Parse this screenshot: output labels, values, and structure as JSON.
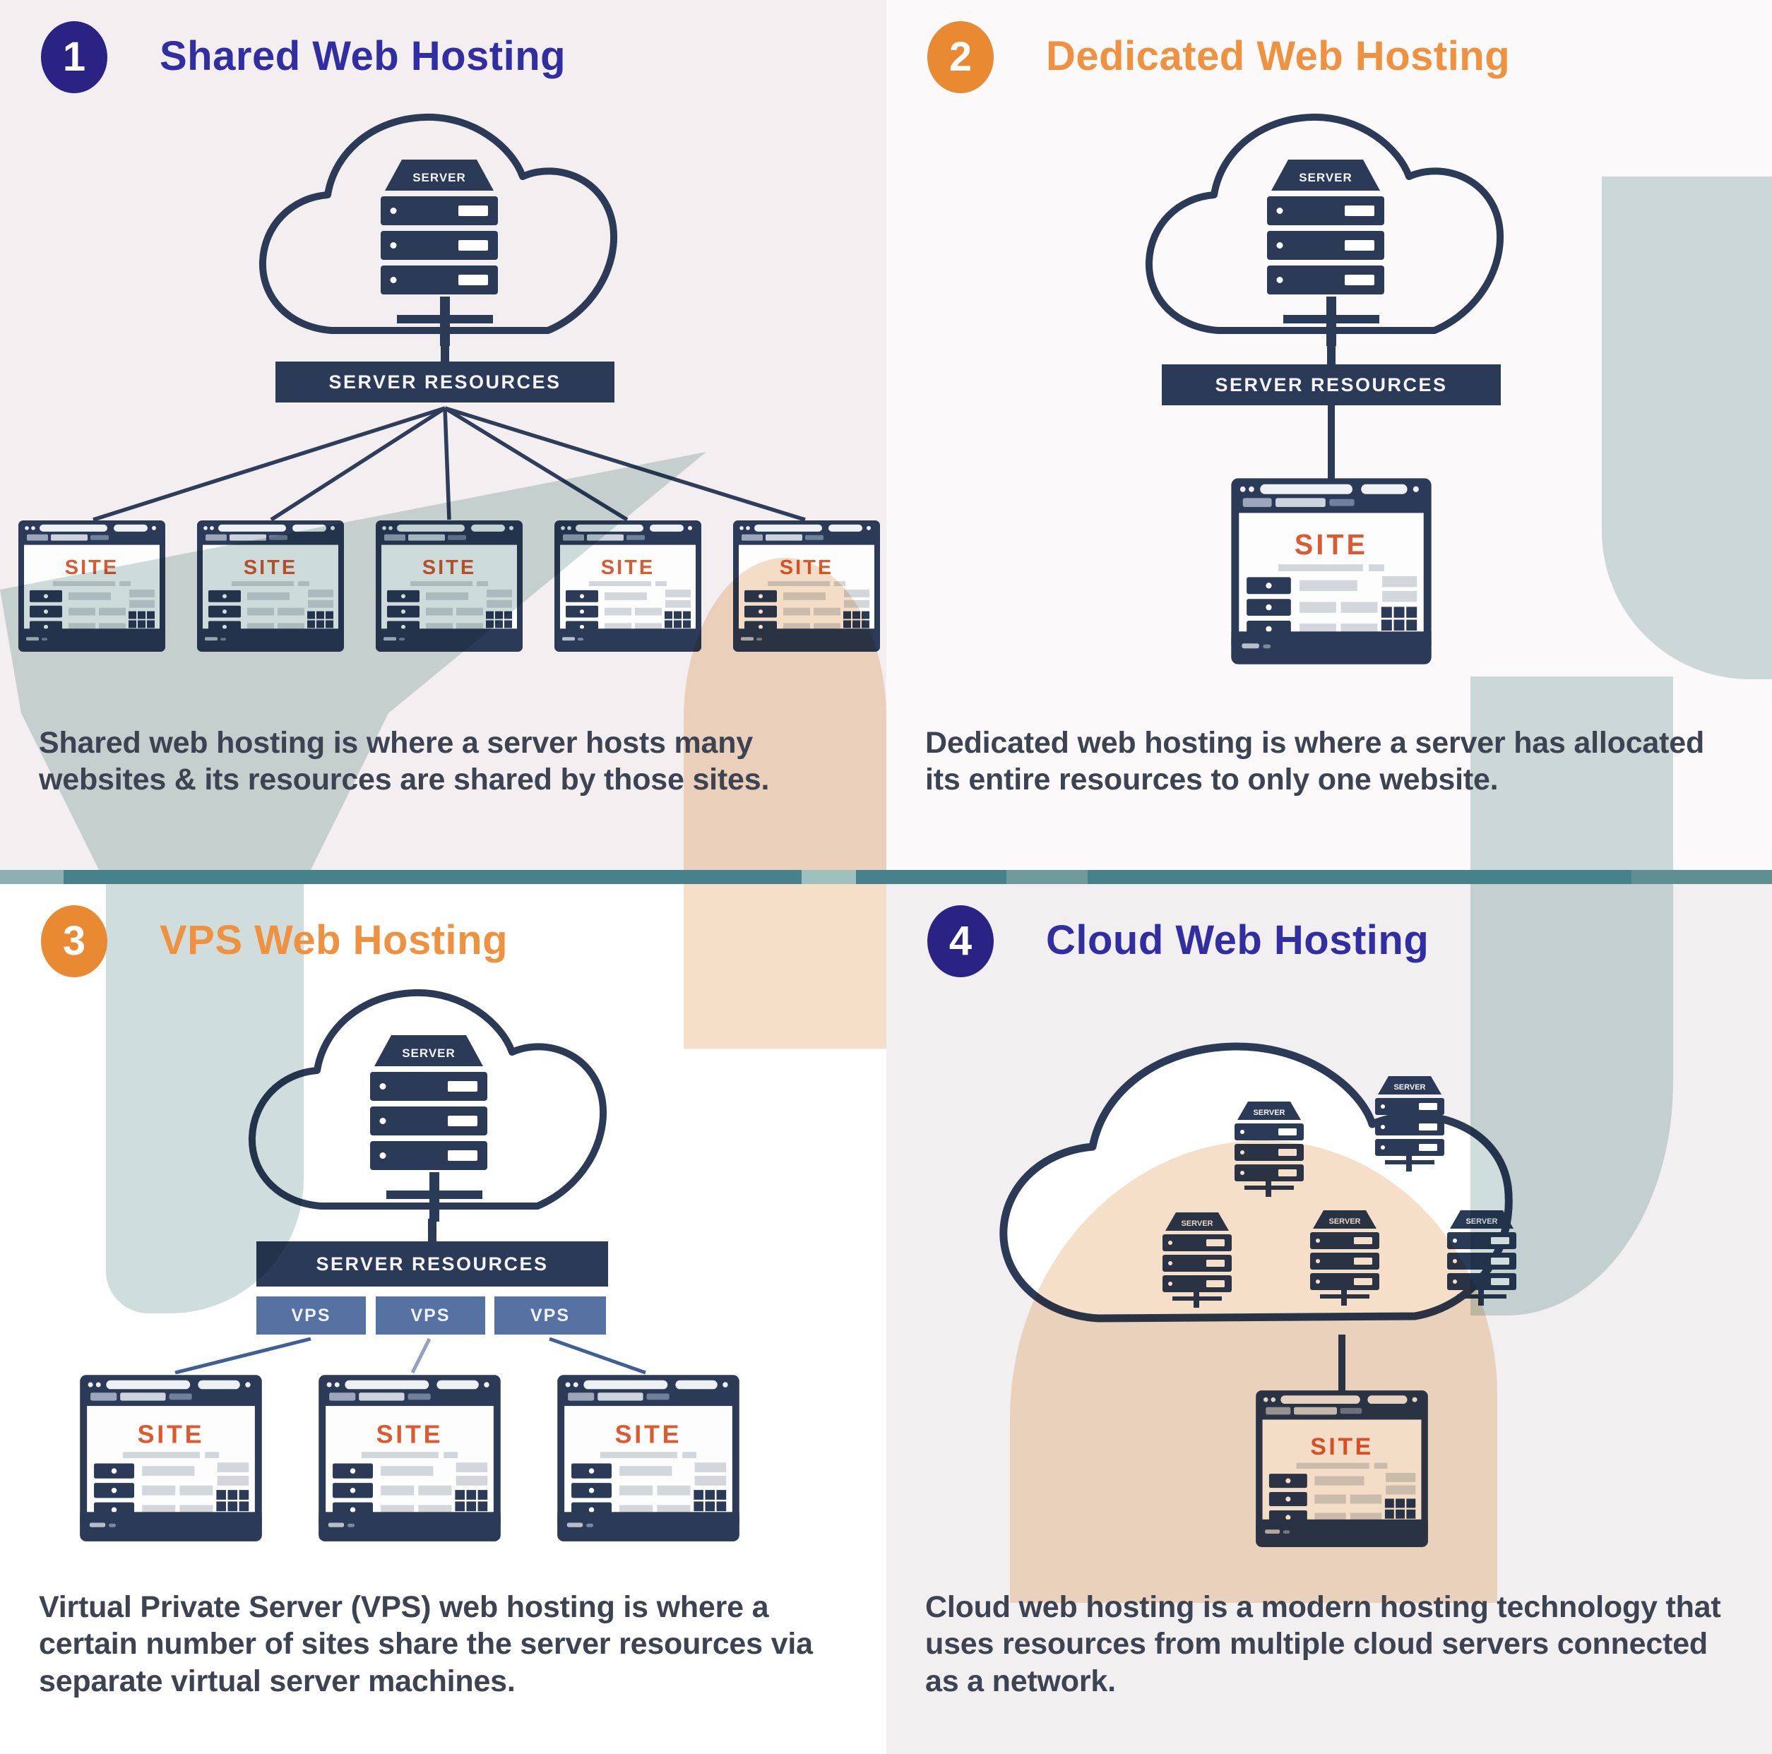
{
  "labels": {
    "server": "SERVER",
    "server_resources": "SERVER RESOURCES",
    "site": "SITE",
    "vps": "VPS"
  },
  "colors": {
    "navy_badge": "#2a2384",
    "navy_title": "#312da2",
    "orange_badge": "#e98a33",
    "orange_title": "#f0913f",
    "icon_navy": "#2b3a57",
    "site_orange": "#dd5a31",
    "vps_blue": "#5672a2",
    "divider_teal": "#47818c",
    "desc_text": "#3d4350",
    "wm_teal": "#cfdedc",
    "wm_peach": "#f6dfc8",
    "bg_q1": "#f3eeef",
    "bg_q2": "#fbf9fa",
    "bg_q3": "#ffffff",
    "bg_q4": "#f2eff0"
  },
  "sections": [
    {
      "number": "1",
      "title": "Shared Web Hosting",
      "accent": "navy",
      "site_count": 5,
      "description": "Shared web hosting is where a server hosts many\nwebsites & its resources are shared by those sites."
    },
    {
      "number": "2",
      "title": "Dedicated Web Hosting",
      "accent": "orange",
      "site_count": 1,
      "description": "Dedicated web hosting is where a server has allocated\nits entire resources to only one website."
    },
    {
      "number": "3",
      "title": "VPS Web Hosting",
      "accent": "orange",
      "site_count": 3,
      "vps_count": 3,
      "description": "Virtual Private Server (VPS) web hosting is where a\ncertain number of sites share the server resources via\nseparate virtual server machines."
    },
    {
      "number": "4",
      "title": "Cloud Web Hosting",
      "accent": "navy",
      "site_count": 1,
      "cloud_server_count": 5,
      "description": "Cloud web hosting is a modern hosting technology that\nuses resources from multiple cloud servers connected\nas a network."
    }
  ]
}
